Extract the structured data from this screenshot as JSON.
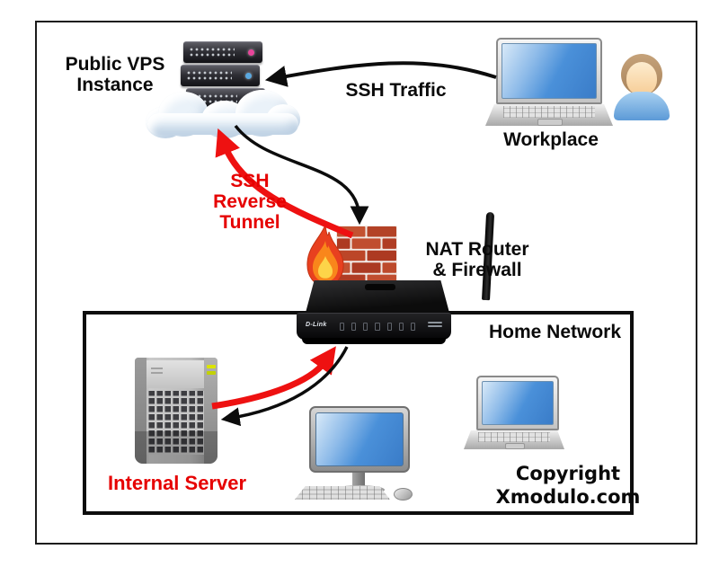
{
  "labels": {
    "public_vps": [
      "Public VPS",
      "Instance"
    ],
    "ssh_traffic": "SSH Traffic",
    "workplace": "Workplace",
    "ssh_reverse_tunnel": [
      "SSH",
      "Reverse",
      "Tunnel"
    ],
    "nat_router_firewall": [
      "NAT Router",
      "& Firewall"
    ],
    "home_network": "Home Network",
    "internal_server": "Internal Server",
    "copyright": [
      "Copyright",
      "Xmodulo.com"
    ]
  },
  "router": {
    "brand": "D-Link"
  },
  "icons": {
    "public_vps": "cloud-server-stack-icon",
    "workplace": "laptop-icon",
    "user": "person-icon",
    "firewall": "brick-wall-flame-icon",
    "nat_router": "wireless-router-icon",
    "internal_server": "tower-server-icon",
    "home_pc": "desktop-computer-icon",
    "home_laptop": "laptop-icon"
  },
  "colors": {
    "arrow_red": "#ee1111",
    "arrow_black": "#0c0c0c",
    "label_red": "#e60000",
    "brick_red": "#b8432a",
    "flame_orange": "#f9861b",
    "screen_blue": "#4a90d9"
  },
  "connections": [
    {
      "name": "ssh-traffic",
      "from": "workplace",
      "to": "public-vps-instance",
      "color": "black"
    },
    {
      "name": "vps-to-firewall",
      "from": "public-vps-instance",
      "to": "nat-router-firewall",
      "color": "black"
    },
    {
      "name": "ssh-reverse-tunnel-out",
      "from": "nat-router-firewall",
      "to": "public-vps-instance",
      "color": "red"
    },
    {
      "name": "ssh-reverse-tunnel-in",
      "from": "internal-server",
      "to": "nat-router-firewall",
      "color": "red"
    },
    {
      "name": "router-to-internal-server",
      "from": "nat-router-firewall",
      "to": "internal-server",
      "color": "black"
    }
  ]
}
